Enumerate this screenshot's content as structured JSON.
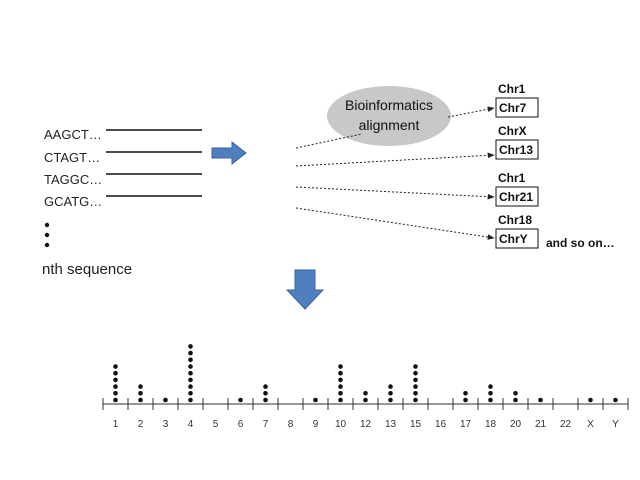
{
  "sequences": {
    "reads": [
      "AAGCT…",
      "CTAGT…",
      "TAGGC…",
      "GCATG…"
    ],
    "nth_label": "nth sequence"
  },
  "alignment": {
    "line1": "Bioinformatics",
    "line2": "alignment",
    "bubble_color": "#c8c8c8"
  },
  "targets": [
    {
      "top": "Chr1",
      "box": "Chr7"
    },
    {
      "top": "ChrX",
      "box": "Chr13"
    },
    {
      "top": "Chr1",
      "box": "Chr21"
    },
    {
      "top": "Chr18",
      "box": "ChrY"
    }
  ],
  "and_so_on": "and so on…",
  "arrow_color": "#4f7fbf",
  "chart_data": {
    "type": "dot",
    "categories": [
      "1",
      "2",
      "3",
      "4",
      "5",
      "6",
      "7",
      "8",
      "9",
      "10",
      "12",
      "13",
      "15",
      "16",
      "17",
      "18",
      "20",
      "21",
      "22",
      "X",
      "Y"
    ],
    "counts": [
      6,
      3,
      1,
      9,
      0,
      1,
      3,
      0,
      1,
      6,
      2,
      3,
      6,
      0,
      2,
      3,
      2,
      1,
      0,
      1,
      1
    ]
  }
}
